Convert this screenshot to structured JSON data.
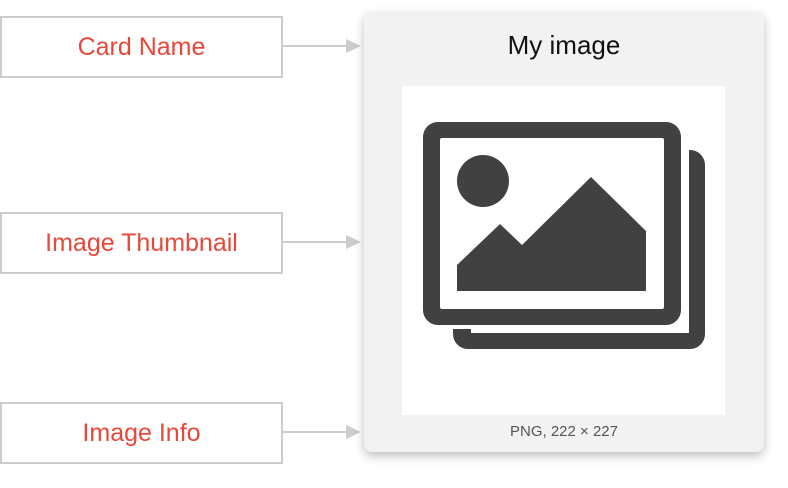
{
  "labels": {
    "card_name": "Card Name",
    "image_thumbnail": "Image Thumbnail",
    "image_info": "Image Info"
  },
  "card": {
    "title": "My image",
    "info": "PNG, 222 × 227",
    "thumbnail_icon": "image-gallery-icon"
  },
  "colors": {
    "label_text": "#e8473a",
    "border": "#cccccc",
    "card_bg": "#f2f2f2",
    "icon": "#414141"
  }
}
